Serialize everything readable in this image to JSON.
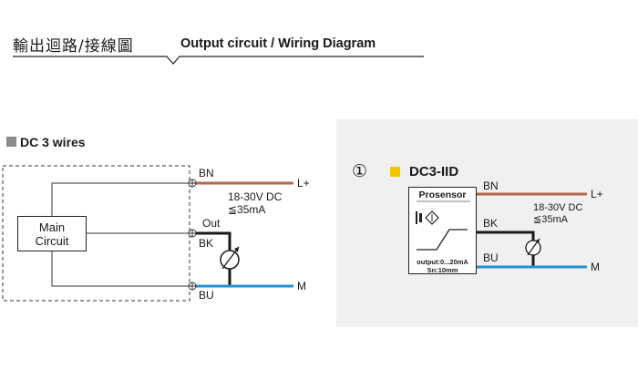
{
  "header": {
    "title_cn": "輸出迴路/接線圖",
    "title_en": "Output circuit / Wiring Diagram"
  },
  "left_diagram": {
    "title": "DC 3 wires",
    "main_circuit": [
      "Main",
      "Circuit"
    ],
    "wire_bn": "BN",
    "wire_out": "Out",
    "wire_bk": "BK",
    "wire_bu": "BU",
    "supply_pos": "L+",
    "supply_neg": "M",
    "voltage": "18-30V DC",
    "current": "≦35mA"
  },
  "right_diagram": {
    "number": "①",
    "model": "DC3-IID",
    "brand": "Prosensor",
    "output_spec": "output:0...20mA",
    "sensing_range": "Sn:10mm",
    "wire_bn": "BN",
    "wire_bk": "BK",
    "wire_bu": "BU",
    "supply_pos": "L+",
    "supply_neg": "M",
    "voltage": "18-30V DC",
    "current": "≦35mA"
  },
  "colors": {
    "brown_wire": "#b5694a",
    "blue_wire": "#2b8fcf",
    "black_wire": "#1a1a1a",
    "section_marker_gray": "#8a8a8a",
    "model_marker_yellow": "#f5c400",
    "panel_bg": "#f0f0f0"
  }
}
